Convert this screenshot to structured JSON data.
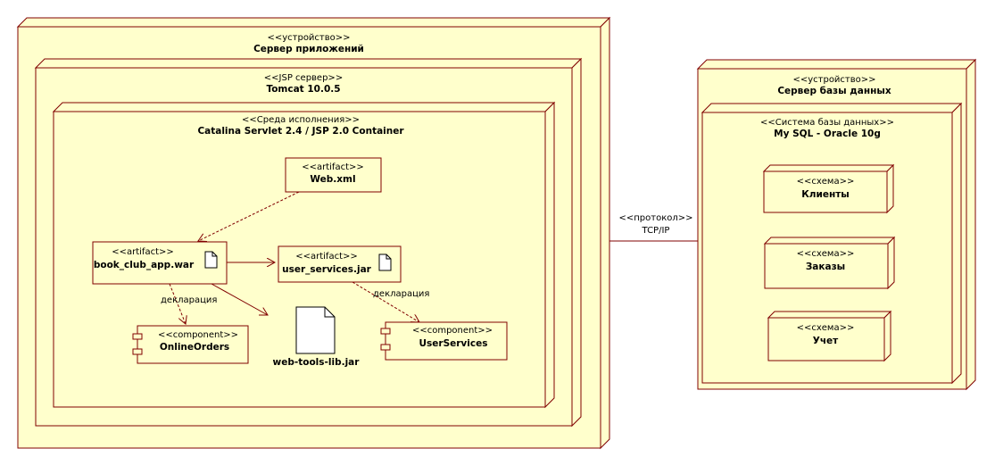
{
  "app_server": {
    "stereotype": "<<устройство>>",
    "name": "Сервер приложений"
  },
  "jsp_server": {
    "stereotype": "<<JSP сервер>>",
    "name": "Tomcat 10.0.5"
  },
  "runtime": {
    "stereotype": "<<Среда исполнения>>",
    "name": "Catalina Servlet 2.4 / JSP 2.0 Container"
  },
  "web_xml": {
    "stereotype": "<<artifact>>",
    "name": "Web.xml"
  },
  "war": {
    "stereotype": "<<artifact>>",
    "name": "book_club_app.war"
  },
  "services_jar": {
    "stereotype": "<<artifact>>",
    "name": "user_services.jar"
  },
  "online_orders": {
    "stereotype": "<<component>>",
    "name": "OnlineOrders"
  },
  "user_services": {
    "stereotype": "<<component>>",
    "name": "UserServices"
  },
  "tools_lib": {
    "name": "web-tools-lib.jar"
  },
  "decl_left": "декларация",
  "decl_right": "декларация",
  "protocol": {
    "stereotype": "<<протокол>>",
    "name": "TCP/IP"
  },
  "db_server": {
    "stereotype": "<<устройство>>",
    "name": "Сервер базы данных"
  },
  "dbms": {
    "stereotype": "<<Система базы данных>>",
    "name": "My SQL - Oracle 10g"
  },
  "schema_clients": {
    "stereotype": "<<схема>>",
    "name": "Клиенты"
  },
  "schema_orders": {
    "stereotype": "<<схема>>",
    "name": "Заказы"
  },
  "schema_accounting": {
    "stereotype": "<<схема>>",
    "name": "Учет"
  },
  "colors": {
    "fill": "#ffffcc",
    "stroke": "#800000"
  }
}
